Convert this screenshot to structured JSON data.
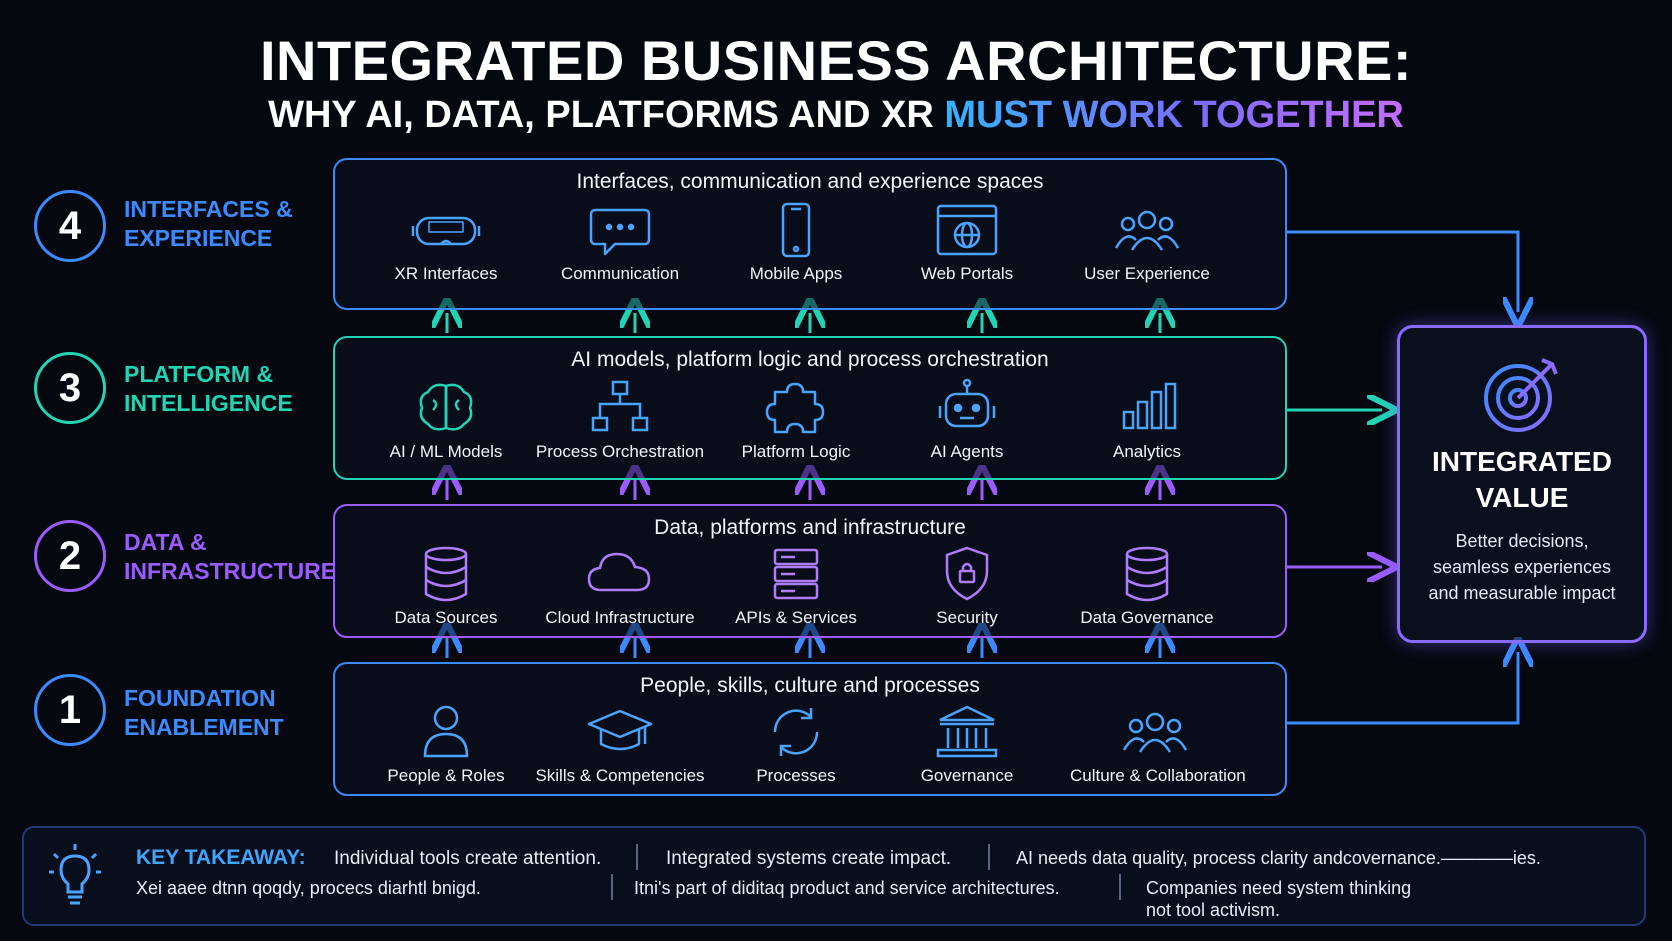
{
  "title": {
    "main": "INTEGRATED BUSINESS ARCHITECTURE:",
    "sub_prefix": "WHY AI, DATA, PLATFORMS AND XR ",
    "sub_highlight": "MUST WORK TOGETHER"
  },
  "colors": {
    "layer4": "#3b8bff",
    "layer3": "#22d3b4",
    "layer2": "#9a5cff",
    "layer1": "#3b8bff",
    "value_border": "#8a6bff",
    "background": "#05080f"
  },
  "layers": [
    {
      "number": "4",
      "name_line1": "INTERFACES &",
      "name_line2": "EXPERIENCE",
      "heading": "Interfaces, communication and experience spaces",
      "items": [
        {
          "label": "XR Interfaces",
          "icon": "vr-headset-icon"
        },
        {
          "label": "Communication",
          "icon": "chat-bubble-icon"
        },
        {
          "label": "Mobile Apps",
          "icon": "smartphone-icon"
        },
        {
          "label": "Web Portals",
          "icon": "web-browser-icon"
        },
        {
          "label": "User Experience",
          "icon": "users-group-icon"
        }
      ]
    },
    {
      "number": "3",
      "name_line1": "PLATFORM &",
      "name_line2": "INTELLIGENCE",
      "heading": "AI models, platform logic and process orchestration",
      "items": [
        {
          "label": "AI / ML Models",
          "icon": "brain-icon"
        },
        {
          "label": "Process Orchestration",
          "icon": "hierarchy-icon"
        },
        {
          "label": "Platform Logic",
          "icon": "puzzle-icon"
        },
        {
          "label": "AI Agents",
          "icon": "robot-icon"
        },
        {
          "label": "Analytics",
          "icon": "bar-chart-icon"
        }
      ]
    },
    {
      "number": "2",
      "name_line1": "DATA &",
      "name_line2": "INFRASTRUCTURE",
      "heading": "Data, platforms and infrastructure",
      "items": [
        {
          "label": "Data Sources",
          "icon": "database-icon"
        },
        {
          "label": "Cloud Infrastructure",
          "icon": "cloud-icon"
        },
        {
          "label": "APIs & Services",
          "icon": "server-stack-icon"
        },
        {
          "label": "Security",
          "icon": "shield-lock-icon"
        },
        {
          "label": "Data Governance",
          "icon": "database-icon"
        }
      ]
    },
    {
      "number": "1",
      "name_line1": "FOUNDATION",
      "name_line2": "ENABLEMENT",
      "heading": "People, skills, culture and processes",
      "items": [
        {
          "label": "People & Roles",
          "icon": "person-icon"
        },
        {
          "label": "Skills & Competencies",
          "icon": "graduation-cap-icon"
        },
        {
          "label": "Processes",
          "icon": "cycle-arrows-icon"
        },
        {
          "label": "Governance",
          "icon": "institution-icon"
        },
        {
          "label": "Culture & Collaboration",
          "icon": "users-group-icon"
        }
      ]
    }
  ],
  "value": {
    "icon": "target-icon",
    "title_line1": "INTEGRATED",
    "title_line2": "VALUE",
    "text_line1": "Better decisions,",
    "text_line2": "seamless experiences",
    "text_line3": "and measurable impact"
  },
  "takeaway": {
    "icon": "lightbulb-icon",
    "label": "KEY TAKEAWAY:",
    "row1": [
      "Individual tools create attention.",
      "Integrated systems create impact.",
      "AI needs data quality, process clarity andcovernance.————ies."
    ],
    "row2": [
      "Xei aaee dtnn qoqdy, procecs diarhtl bnigd.",
      "Itni's part of diditaq product and service architectures.",
      "Companies need system thinking",
      "not tool activism."
    ]
  }
}
